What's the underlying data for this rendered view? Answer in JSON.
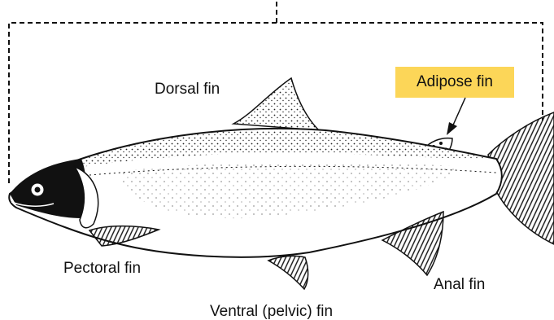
{
  "labels": {
    "dorsal_fin": "Dorsal fin",
    "adipose_fin": "Adipose fin",
    "pectoral_fin": "Pectoral fin",
    "anal_fin": "Anal fin",
    "ventral_fin": "Ventral (pelvic) fin"
  },
  "colors": {
    "highlight": "#fcd658",
    "ink": "#111111",
    "background": "#ffffff"
  }
}
